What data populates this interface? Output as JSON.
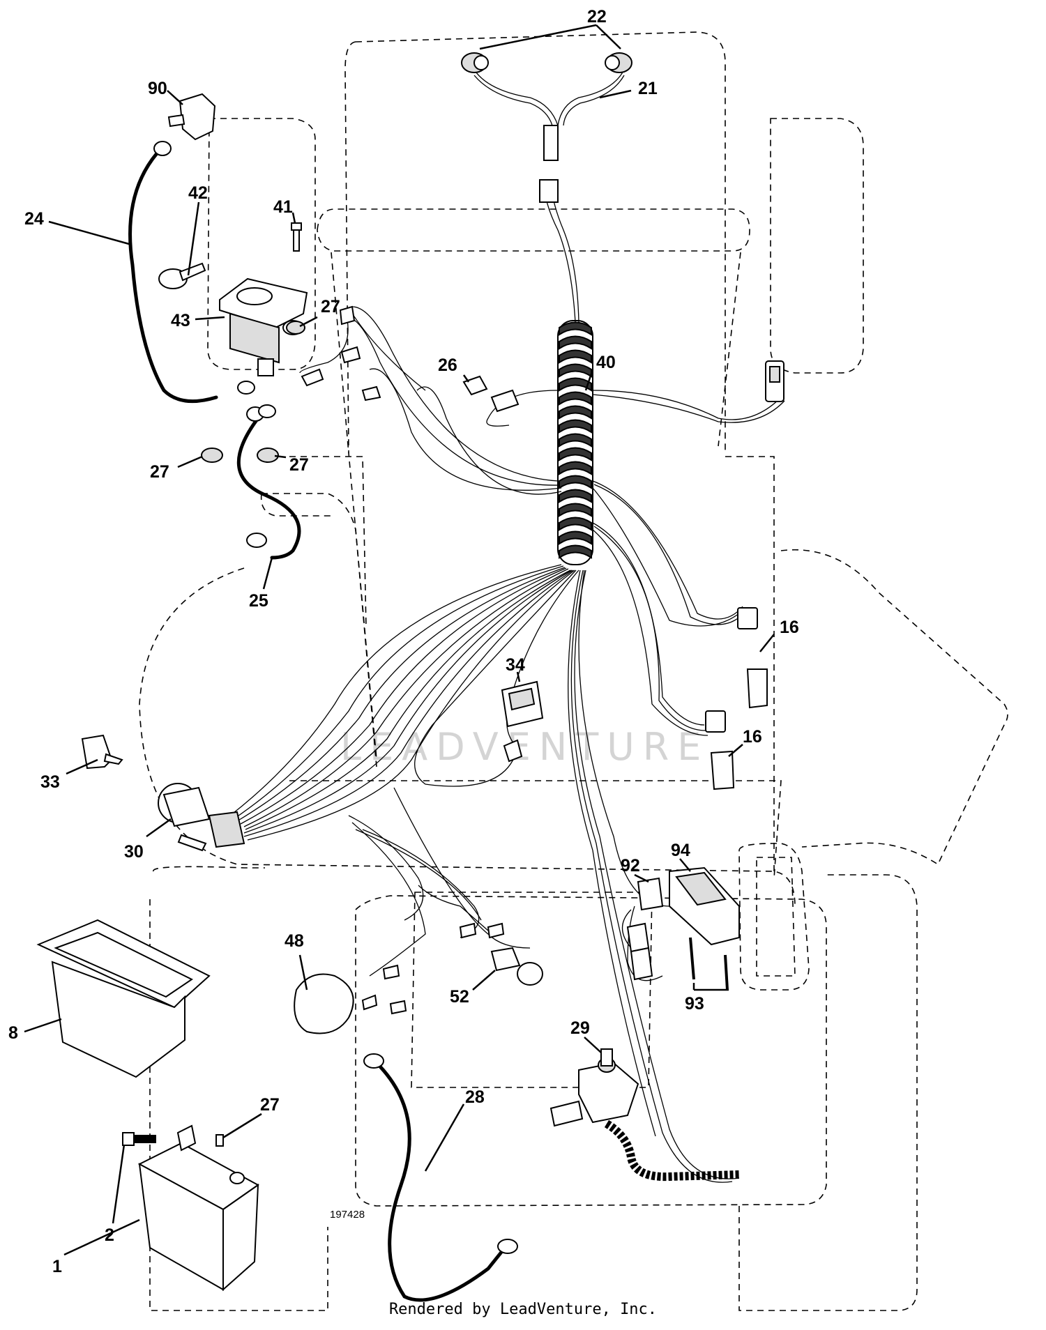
{
  "diagram": {
    "drawing_number": "197428",
    "watermark": "LEADVENTURE",
    "footer": "Rendered by LeadVenture, Inc."
  },
  "callouts": {
    "c22": "22",
    "c21": "21",
    "c90": "90",
    "c42": "42",
    "c41": "41",
    "c24": "24",
    "c27a": "27",
    "c43": "43",
    "c26": "26",
    "c40": "40",
    "c27b": "27",
    "c27c": "27",
    "c25": "25",
    "c16a": "16",
    "c34": "34",
    "c33": "33",
    "c16b": "16",
    "c30": "30",
    "c92": "92",
    "c94": "94",
    "c48": "48",
    "c8": "8",
    "c52": "52",
    "c93": "93",
    "c29": "29",
    "c28": "28",
    "c27d": "27",
    "c2": "2",
    "c1": "1"
  }
}
